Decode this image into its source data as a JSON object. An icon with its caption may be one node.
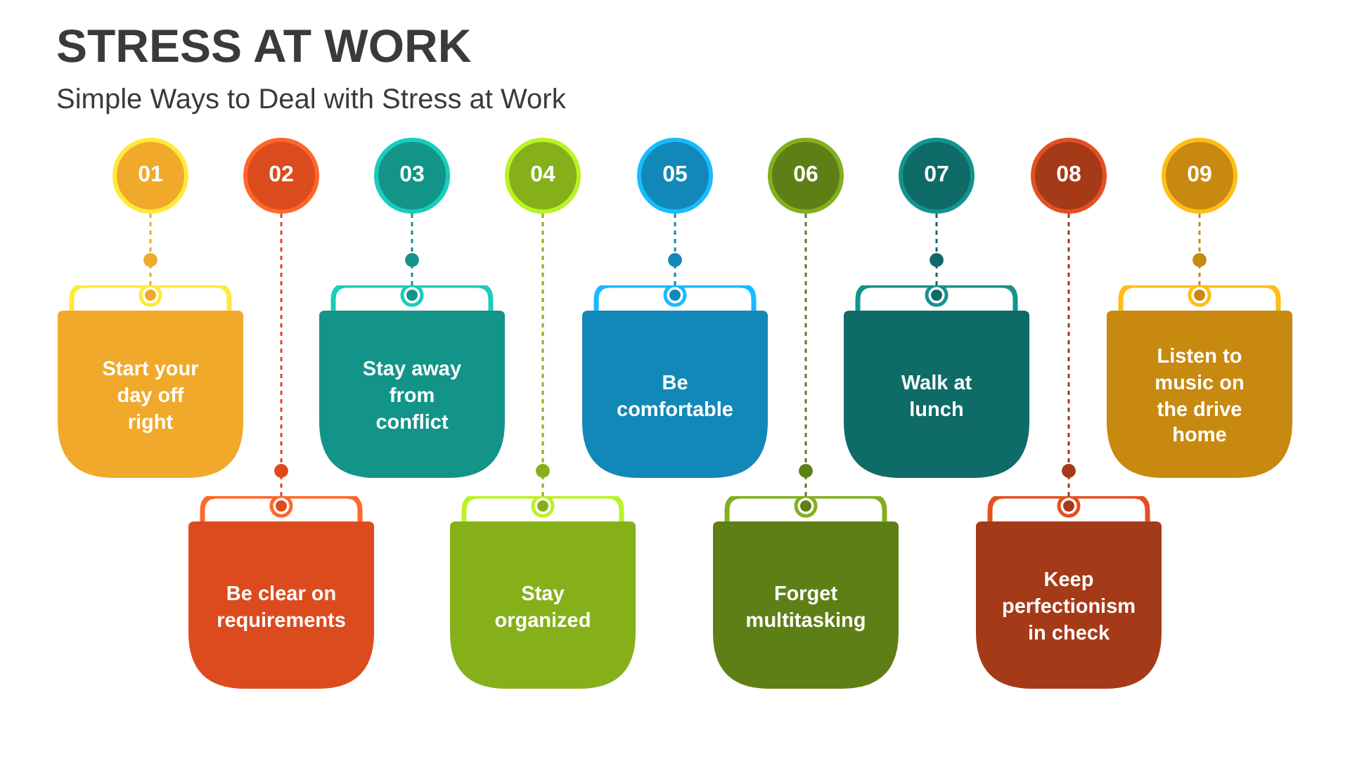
{
  "diagram": {
    "title": "STRESS AT WORK",
    "caption": "Simple Ways to Deal with Stress at Work",
    "nodes": [
      {
        "text": [
          "01"
        ]
      },
      {
        "text": [
          "02"
        ]
      },
      {
        "text": [
          "03"
        ]
      },
      {
        "text": [
          "04"
        ]
      },
      {
        "text": [
          "05"
        ]
      },
      {
        "text": [
          "06"
        ]
      },
      {
        "text": [
          "07"
        ]
      },
      {
        "text": [
          "08"
        ]
      },
      {
        "text": [
          "09"
        ]
      },
      {
        "text": [
          "Start your day off right"
        ]
      },
      {
        "text": [
          "Be clear on requirements"
        ]
      },
      {
        "text": [
          "Stay away from conflict"
        ]
      },
      {
        "text": [
          "Stay organized"
        ]
      },
      {
        "text": [
          "Be comfortable"
        ]
      },
      {
        "text": [
          "Forget multitasking"
        ]
      },
      {
        "text": [
          "Walk at lunch"
        ]
      },
      {
        "text": [
          "Keep perfectionism in check"
        ]
      },
      {
        "text": [
          "Listen to music on the drive home"
        ]
      }
    ],
    "edges": [
      {
        "from": 0,
        "to": 9,
        "arrow": "other",
        "style": "dashed",
        "color": "#f0a92a"
      },
      {
        "from": 1,
        "to": 10,
        "arrow": "other",
        "style": "dashed",
        "color": "#dc4b1e"
      },
      {
        "from": 2,
        "to": 11,
        "arrow": "other",
        "style": "dashed",
        "color": "#139488"
      },
      {
        "from": 3,
        "to": 12,
        "arrow": "other",
        "style": "dashed",
        "color": "#86b01a"
      },
      {
        "from": 4,
        "to": 13,
        "arrow": "other",
        "style": "dashed",
        "color": "#1288b8"
      },
      {
        "from": 5,
        "to": 14,
        "arrow": "other",
        "style": "dashed",
        "color": "#5e7f16"
      },
      {
        "from": 6,
        "to": 15,
        "arrow": "other",
        "style": "dashed",
        "color": "#0e6b67"
      },
      {
        "from": 7,
        "to": 16,
        "arrow": "other",
        "style": "dashed",
        "color": "#a53a18"
      },
      {
        "from": 8,
        "to": 17,
        "arrow": "other",
        "style": "dashed",
        "color": "#c7890f"
      }
    ]
  }
}
